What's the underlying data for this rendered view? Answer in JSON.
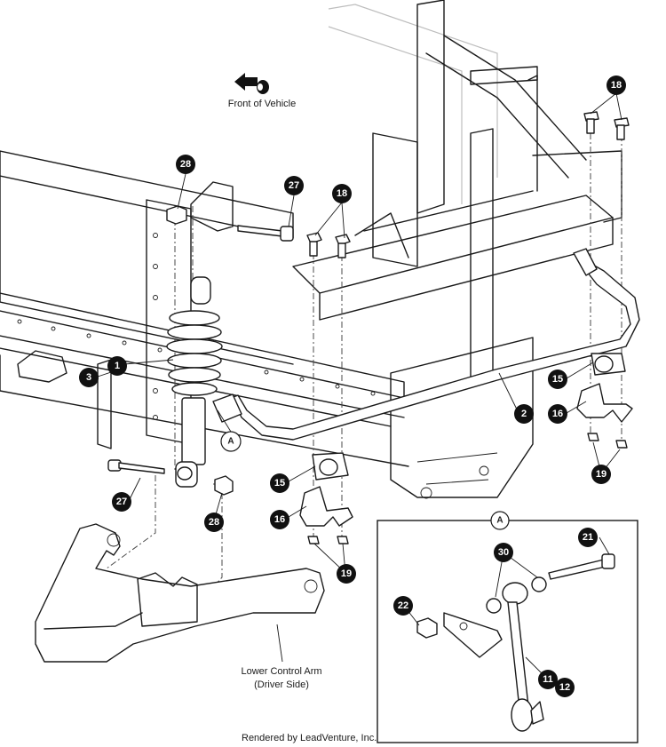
{
  "labels": {
    "front_of_vehicle": "Front of Vehicle",
    "lower_control_arm_line1": "Lower Control Arm",
    "lower_control_arm_line2": "(Driver Side)",
    "credit": "Rendered by LeadVenture, Inc."
  },
  "detail_reference": "A",
  "callouts": {
    "c1": "1",
    "c2": "2",
    "c3": "3",
    "c11": "11",
    "c12": "12",
    "c15a": "15",
    "c15b": "15",
    "c16a": "16",
    "c16b": "16",
    "c18a": "18",
    "c18b": "18",
    "c19a": "19",
    "c19b": "19",
    "c21": "21",
    "c22": "22",
    "c27a": "27",
    "c27b": "27",
    "c28a": "28",
    "c28b": "28",
    "c30": "30"
  }
}
